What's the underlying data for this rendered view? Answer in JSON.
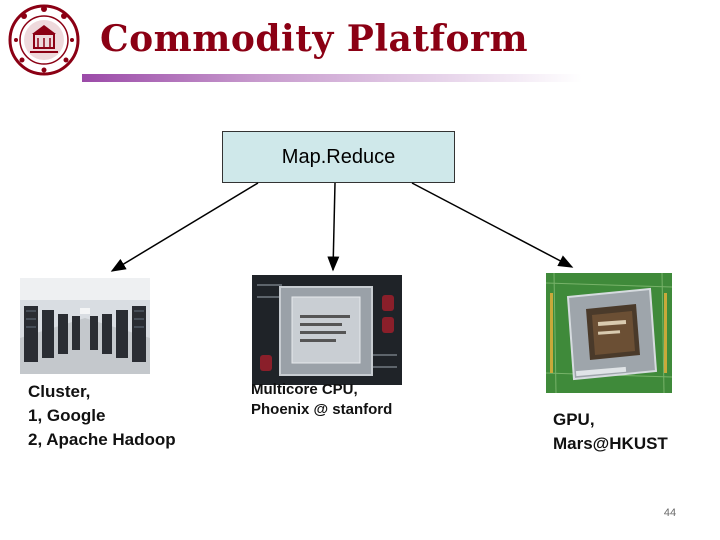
{
  "slide": {
    "title": "Commodity Platform",
    "page_number": "44"
  },
  "diagram": {
    "root": {
      "label": "Map.Reduce"
    },
    "branches": [
      {
        "lines": [
          "Cluster,",
          "1, Google",
          "2, Apache Hadoop"
        ]
      },
      {
        "lines": [
          "Multicore CPU,",
          "Phoenix @ stanford"
        ]
      },
      {
        "lines": [
          "GPU,",
          "Mars@HKUST"
        ]
      }
    ]
  },
  "colors": {
    "title": "#8b0014",
    "root_box_fill": "#cfe8ea",
    "accent_bar": "#9b4aa8"
  }
}
